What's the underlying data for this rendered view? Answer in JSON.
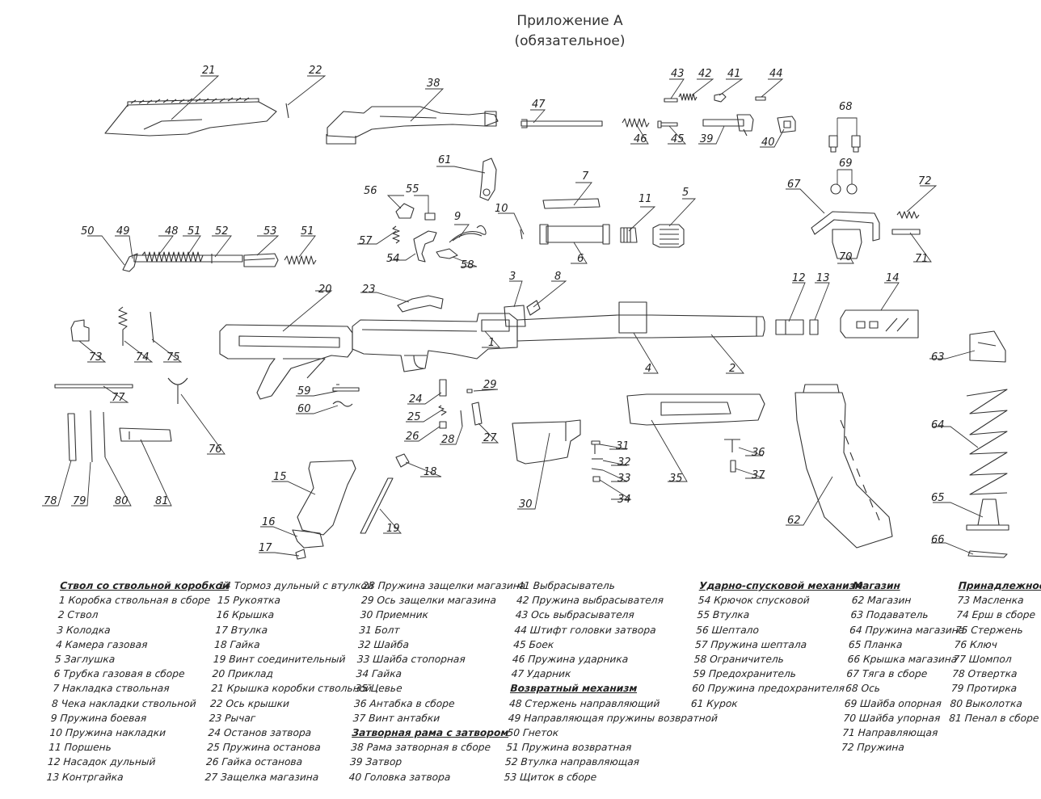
{
  "title": {
    "line1": "Приложение А",
    "line2": "(обязательное)"
  },
  "callouts": [
    "1",
    "2",
    "3",
    "4",
    "5",
    "6",
    "7",
    "8",
    "9",
    "10",
    "11",
    "12",
    "13",
    "14",
    "15",
    "16",
    "17",
    "18",
    "19",
    "20",
    "21",
    "22",
    "23",
    "24",
    "25",
    "26",
    "27",
    "28",
    "29",
    "30",
    "31",
    "32",
    "33",
    "34",
    "35",
    "36",
    "37",
    "38",
    "39",
    "40",
    "41",
    "42",
    "43",
    "44",
    "45",
    "46",
    "47",
    "48",
    "49",
    "50",
    "51",
    "52",
    "53",
    "54",
    "55",
    "56",
    "57",
    "58",
    "59",
    "60",
    "61",
    "62",
    "63",
    "64",
    "65",
    "66",
    "67",
    "68",
    "69",
    "70",
    "71",
    "72",
    "73",
    "74",
    "75",
    "76",
    "77",
    "78",
    "79",
    "80",
    "81"
  ],
  "legend": {
    "barrel_group": {
      "heading": "Ствол со ствольной коробкой",
      "items": [
        "1 Коробка ствольная в сборе",
        "2 Ствол",
        "3 Колодка",
        "4 Камера газовая",
        "5 Заглушка",
        "6 Трубка газовая в сборе",
        "7 Накладка ствольная",
        "8 Чека накладки ствольной",
        "9 Пружина боевая",
        "10 Пружина накладки",
        "11 Поршень",
        "12 Насадок дульный",
        "13 Контргайка"
      ]
    },
    "col2": {
      "items": [
        "14 Тормоз дульный с втулкой",
        "15 Рукоятка",
        "16 Крышка",
        "17 Втулка",
        "18 Гайка",
        "19 Винт соединительный",
        "20 Приклад",
        "21 Крышка коробки ствольной",
        "22 Ось крышки",
        "23 Рычаг",
        "24 Останов затвора",
        "25 Пружина останова",
        "26 Гайка останова",
        "27 Защелка магазина"
      ]
    },
    "col3": {
      "items": [
        "28 Пружина защелки магазина",
        "29 Ось защелки магазина",
        "30 Приемник",
        "31 Болт",
        "32 Шайба",
        "33 Шайба стопорная",
        "34 Гайка",
        "35 Цевье",
        "36 Антабка в сборе",
        "37 Винт антабки"
      ],
      "heading": "Затворная рама с затвором",
      "items2": [
        "38 Рама затворная в сборе",
        "39 Затвор",
        "40 Головка затвора"
      ]
    },
    "col4": {
      "items": [
        "41 Выбрасыватель",
        "42 Пружина выбрасывателя",
        "43 Ось выбрасывателя",
        "44 Штифт головки затвора",
        "45 Боек",
        "46 Пружина ударника",
        "47 Ударник"
      ],
      "heading": "Возвратный механизм",
      "items2": [
        "48 Стержень направляющий",
        "49 Направляющая пружины возвратной",
        "50 Гнеток",
        "51 Пружина возвратная",
        "52 Втулка направляющая",
        "53 Щиток в сборе"
      ]
    },
    "trigger_group": {
      "heading": "Ударно-спусковой механизм",
      "items": [
        "54 Крючок спусковой",
        "55 Втулка",
        "56 Шептало",
        "57 Пружина шептала",
        "58 Ограничитель",
        "59 Предохранитель",
        "60 Пружина предохранителя",
        "61 Курок"
      ]
    },
    "magazine_group": {
      "heading": "Магазин",
      "items": [
        "62 Магазин",
        "63 Подаватель",
        "64 Пружина магазина",
        "65 Планка",
        "66 Крышка магазина",
        "67 Тяга в сборе",
        "68 Ось",
        "69 Шайба опорная",
        "70 Шайба упорная",
        "71 Направляющая",
        "72 Пружина"
      ]
    },
    "accessories_group": {
      "heading": "Принадлежность",
      "items": [
        "73 Масленка",
        "74 Ерш в сборе",
        "75  Стержень",
        "76 Ключ",
        "77 Шомпол",
        "78 Отвертка",
        "79 Протирка",
        "80 Выколотка",
        "81 Пенал в сборе"
      ]
    }
  }
}
